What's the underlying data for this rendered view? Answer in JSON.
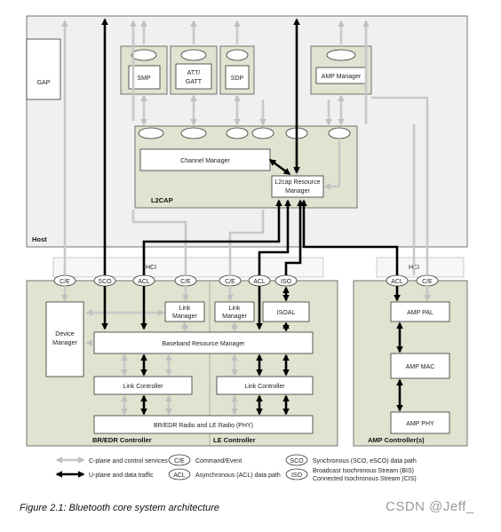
{
  "diagram": {
    "host": {
      "label": "Host",
      "gap": "GAP",
      "smp": "SMP",
      "att_gatt": [
        "ATT/",
        "GATT"
      ],
      "sdp": "SDP",
      "amp_manager": "AMP Manager",
      "l2cap": "L2CAP",
      "channel_manager": "Channel Manager",
      "l2cap_resource_manager": [
        "L2cap Resource",
        "Manager"
      ]
    },
    "hci_labels": [
      "HCI",
      "HCI"
    ],
    "brle": {
      "br_edr_controller": "BR/EDR Controller",
      "le_controller": "LE Controller",
      "ovals": [
        "C/E",
        "SCO",
        "ACL",
        "C/E",
        "C/E",
        "ACL",
        "ISO"
      ],
      "device_manager": [
        "Device",
        "Manager"
      ],
      "link_manager_1": [
        "Link",
        "Manager"
      ],
      "link_manager_2": [
        "Link",
        "Manager"
      ],
      "isoal": "ISOAL",
      "baseband_resource_manager": "Baseband Resource Manager",
      "link_controller_1": "Link Controller",
      "link_controller_2": "Link Controller",
      "radio": "BR/EDR Radio and LE Radio (PHY)"
    },
    "amp": {
      "amp_controller": "AMP Controller(s)",
      "ovals": [
        "ACL",
        "C/E"
      ],
      "amp_pal": "AMP PAL",
      "amp_mac": "AMP MAC",
      "amp_phy": "AMP PHY"
    },
    "legend": {
      "c_plane": "C-plane and control services",
      "u_plane": "U-plane and data traffic",
      "ce_badge": "C/E",
      "ce_text": "Command/Event",
      "acl_badge": "ACL",
      "acl_text": "Asynchronous (ACL) data path",
      "sco_badge": "SCO",
      "sco_text": "Synchronous (SCO, eSCO) data path",
      "iso_badge": "ISO",
      "iso_text_1": "Broadcast Isochronous Stream (BIS)",
      "iso_text_2": "Connected Isochronous Stream (CIS)"
    }
  },
  "caption": "Figure 2.1:  Bluetooth core system architecture",
  "watermark": "CSDN @Jeff_"
}
